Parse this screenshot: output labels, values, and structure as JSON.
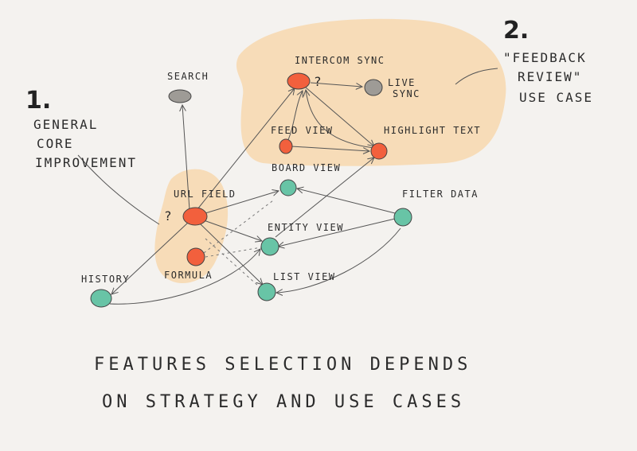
{
  "colors": {
    "highlight_region": "#f7dcb8",
    "node_orange": "#f2603d",
    "node_teal": "#68c4a6",
    "node_gray": "#9e9b96",
    "ink": "#2b2b2b",
    "paper": "#f4f2ef"
  },
  "sections": {
    "one_number": "1.",
    "one_title_lines": [
      "GENERAL",
      "CORE",
      "IMPROVEMENT"
    ],
    "two_number": "2.",
    "two_title_lines": [
      "\"FEEDBACK",
      "REVIEW\"",
      "USE CASE"
    ]
  },
  "nodes": {
    "search": "SEARCH",
    "intercom_sync": "INTERCOM SYNC",
    "live_sync_lines": [
      "LIVE",
      "SYNC"
    ],
    "feed_view": "FEED VIEW",
    "highlight_text": "HIGHLIGHT TEXT",
    "board_view": "BOARD VIEW",
    "url_field": "URL FIELD",
    "filter_data": "FILTER DATA",
    "entity_view": "ENTITY VIEW",
    "formula": "FORMULA",
    "list_view": "LIST VIEW",
    "history": "HISTORY"
  },
  "question_marks": [
    "?",
    "?"
  ],
  "caption_lines": [
    "FEATURES  SELECTION  DEPENDS",
    "ON  STRATEGY  AND  USE  CASES"
  ]
}
